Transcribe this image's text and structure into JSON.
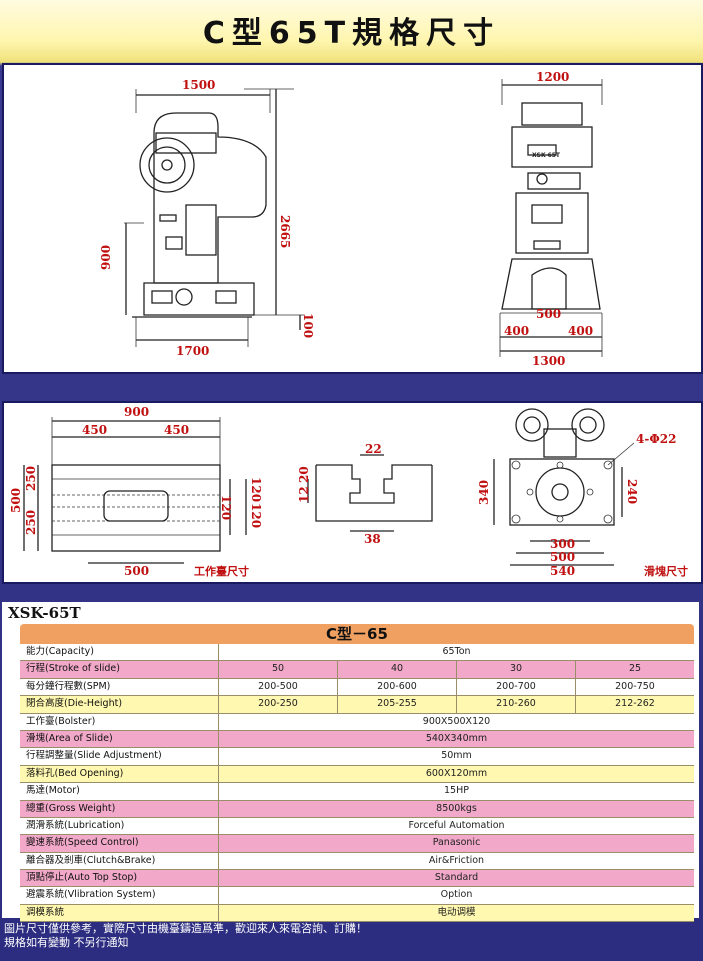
{
  "title": "C型65T規格尺寸",
  "model": "XSK-65T",
  "spec_header": "C型－65",
  "side_view": {
    "dims": [
      "1500",
      "2665",
      "900",
      "100",
      "1700"
    ]
  },
  "front_view": {
    "dims": [
      "1200",
      "500",
      "400",
      "400",
      "1300"
    ],
    "plate_label": "XSK-65T"
  },
  "bolster": {
    "dims": [
      "900",
      "450",
      "450",
      "250",
      "250",
      "500",
      "120",
      "120",
      "120",
      "500"
    ],
    "caption": "工作臺尺寸"
  },
  "slot": {
    "dims": [
      "22",
      "12",
      "20",
      "38"
    ]
  },
  "slide": {
    "dims": [
      "4-Φ22",
      "340",
      "240",
      "300",
      "500",
      "540"
    ],
    "caption": "滑塊尺寸"
  },
  "rows": [
    {
      "k": "能力(Capacity)",
      "v": "65Ton",
      "c": "wh"
    },
    {
      "k": "行程(Stroke of slide)",
      "cols": [
        "50",
        "40",
        "30",
        "25"
      ],
      "c": "pk"
    },
    {
      "k": "每分鐘行程數(SPM)",
      "cols": [
        "200-500",
        "200-600",
        "200-700",
        "200-750"
      ],
      "c": "wh"
    },
    {
      "k": "閉合高度(Die-Height)",
      "cols": [
        "200-250",
        "205-255",
        "210-260",
        "212-262"
      ],
      "c": "ye"
    },
    {
      "k": "工作臺(Bolster)",
      "v": "900X500X120",
      "c": "wh"
    },
    {
      "k": "滑塊(Area of Slide)",
      "v": "540X340mm",
      "c": "pk"
    },
    {
      "k": "行程調整量(Slide Adjustment)",
      "v": "50mm",
      "c": "wh"
    },
    {
      "k": "落料孔(Bed Opening)",
      "v": "600X120mm",
      "c": "ye"
    },
    {
      "k": "馬達(Motor)",
      "v": "15HP",
      "c": "wh"
    },
    {
      "k": "總重(Gross Weight)",
      "v": "8500kgs",
      "c": "pk"
    },
    {
      "k": "潤滑系統(Lubrication)",
      "v": "Forceful Automation",
      "c": "wh"
    },
    {
      "k": "變速系統(Speed Control)",
      "v": "Panasonic",
      "c": "pk"
    },
    {
      "k": "離合器及剎車(Clutch&Brake)",
      "v": "Air&Friction",
      "c": "wh"
    },
    {
      "k": "頂點停止(Auto Top Stop)",
      "v": "Standard",
      "c": "pk"
    },
    {
      "k": "避震系統(Vlibration System)",
      "v": "Option",
      "c": "wh"
    },
    {
      "k": "调模系統",
      "v": "电动调模",
      "c": "ye"
    }
  ],
  "footer": [
    "圖片尺寸僅供參考，實際尺寸由機臺鑄造爲準，歡迎來人來電咨詢、訂購！",
    "規格如有變動  不另行通知"
  ]
}
